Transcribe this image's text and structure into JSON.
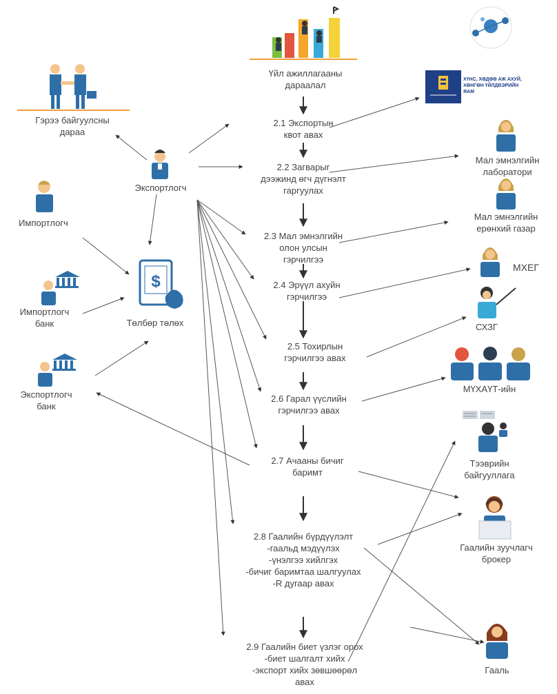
{
  "colors": {
    "person_blue": "#2e6fa8",
    "skin": "#f3c58c",
    "orange_line": "#f0a03a",
    "arrow": "#333333",
    "tan_hair": "#c9a24a",
    "red_hair": "#e2553e"
  },
  "steps": [
    {
      "id": "head",
      "lines": [
        "Үйл ажиллагааны",
        "дараалал"
      ]
    },
    {
      "id": "s21",
      "lines": [
        "2.1 Экспортын",
        "квот авах"
      ]
    },
    {
      "id": "s22",
      "lines": [
        "2.2 Загварыг",
        "дээжинд өгч дүгнэлт",
        "гаргуулах"
      ]
    },
    {
      "id": "s23",
      "lines": [
        "2.3 Мал эмнэлгийн",
        "олон улсын",
        "гэрчилгээ"
      ]
    },
    {
      "id": "s24",
      "lines": [
        "2.4 Эрүүл ахуйн",
        "гэрчилгээ"
      ]
    },
    {
      "id": "s25",
      "lines": [
        "2.5 Тохирлын",
        "гэрчилгээ авах"
      ]
    },
    {
      "id": "s26",
      "lines": [
        "2.6 Гарал үүслийн",
        "гэрчилгээ авах"
      ]
    },
    {
      "id": "s27",
      "lines": [
        "2.7 Ачааны бичиг",
        "баримт"
      ]
    },
    {
      "id": "s28",
      "lines": [
        "2.8 Гаалийн бүрдүүлэлт",
        "-гаальд мэдүүлэх",
        "-үнэлгээ хийлгэх",
        "-бичиг баримтаа шалгуулах",
        "-R дугаар авах"
      ]
    },
    {
      "id": "s29",
      "lines": [
        "2.9 Гаалийн биет үзлэг орох",
        "-биет шалгалт хийх",
        "-экспорт хийх зөвшөөрөл",
        "авах"
      ]
    }
  ],
  "left": {
    "contract": {
      "lines": [
        "Гэрээ байгуулсны",
        "дараа"
      ]
    },
    "exporter": {
      "lines": [
        "Экспортлогч"
      ]
    },
    "importer": {
      "lines": [
        "Импортлогч"
      ]
    },
    "importer_bank": {
      "lines": [
        "Импортлогч",
        "банк"
      ]
    },
    "exporter_bank": {
      "lines": [
        "Экспортлогч",
        "банк"
      ]
    },
    "payment": {
      "lines": [
        "Төлбөр төлөх"
      ]
    }
  },
  "right": {
    "ministry_text": {
      "lines": [
        "ХҮНС, ХӨДӨӨ АЖ АХУЙ,",
        "ХӨНГӨН ҮЙЛДВЭРИЙН",
        "ЯАМ"
      ]
    },
    "lab": {
      "lines": [
        "Мал эмнэлгийн",
        "лаборатори"
      ]
    },
    "vet_dept": {
      "lines": [
        "Мал эмнэлгийн",
        "ерөнхий газар"
      ]
    },
    "mheg": {
      "lines": [
        "МХЕГ"
      ]
    },
    "skhzg": {
      "lines": [
        "СХЗГ"
      ]
    },
    "chamber": {
      "lines": [
        "МҮХАҮТ-ийн"
      ]
    },
    "transport": {
      "lines": [
        "Тээврийн",
        "байгууллага"
      ]
    },
    "broker": {
      "lines": [
        "Гаалийн зуучлагч",
        "брокер"
      ]
    },
    "customs": {
      "lines": [
        "Гааль"
      ]
    }
  }
}
